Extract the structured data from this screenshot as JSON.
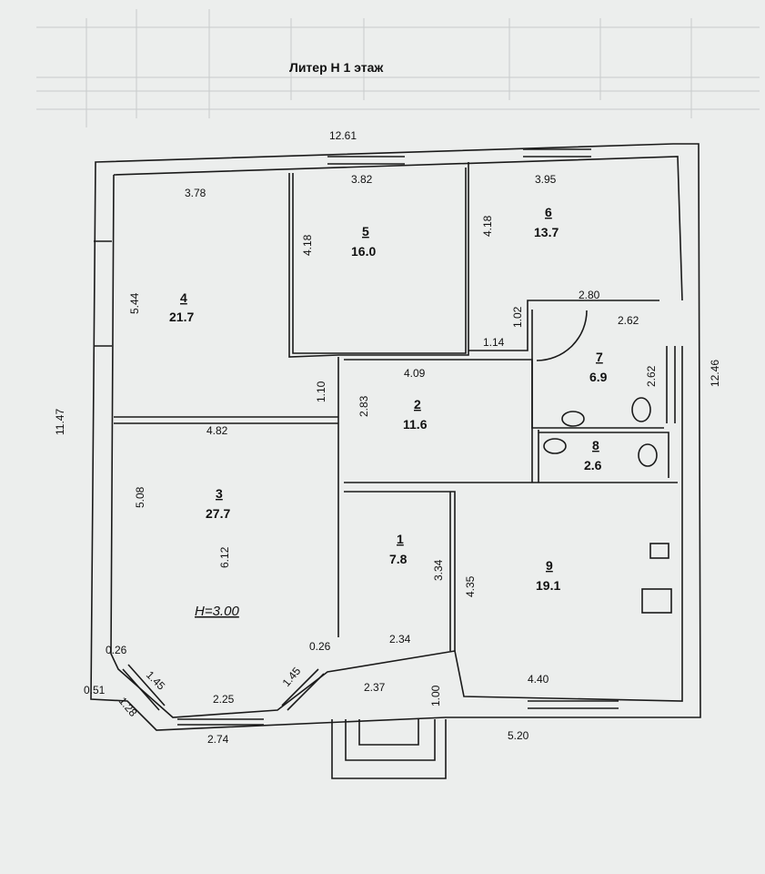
{
  "title": "Литер Н    1 этаж",
  "height_note": "H=3.00",
  "rooms": [
    {
      "number": "1",
      "area": "7.8"
    },
    {
      "number": "2",
      "area": "11.6"
    },
    {
      "number": "3",
      "area": "27.7"
    },
    {
      "number": "4",
      "area": "21.7"
    },
    {
      "number": "5",
      "area": "16.0"
    },
    {
      "number": "6",
      "area": "13.7"
    },
    {
      "number": "7",
      "area": "6.9"
    },
    {
      "number": "8",
      "area": "2.6"
    },
    {
      "number": "9",
      "area": "19.1"
    }
  ],
  "dimensions": {
    "outer_top": "12.61",
    "outer_left": "11.47",
    "outer_right": "12.46",
    "outer_bottom_right": "5.20",
    "r4_width": "3.78",
    "r4_height": "5.44",
    "r5_width": "3.82",
    "r5_height": "4.18",
    "r6_width": "3.95",
    "r6_height": "4.18",
    "r7_width": "2.80",
    "r7_diag": "2.62",
    "r7_height": "2.62",
    "r6_ext": "1.02",
    "r2_step": "1.14",
    "r2_width": "4.09",
    "r2_height": "2.83",
    "r4_ext": "1.10",
    "r3_width": "4.82",
    "r3_height_a": "5.08",
    "r3_height_b": "6.12",
    "r1_height": "3.34",
    "r9_height": "4.35",
    "r1_width": "2.34",
    "hall_width": "2.37",
    "porch_depth": "1.00",
    "r9_width": "4.40",
    "bay_left_offset": "0.26",
    "bay_right_offset": "0.26",
    "bay_side_left": "1.45",
    "bay_side_right": "1.45",
    "bay_front": "2.25",
    "bay_front_outer": "2.74",
    "bay_outer_side": "1.28",
    "wall_left_offset": "0.51"
  }
}
